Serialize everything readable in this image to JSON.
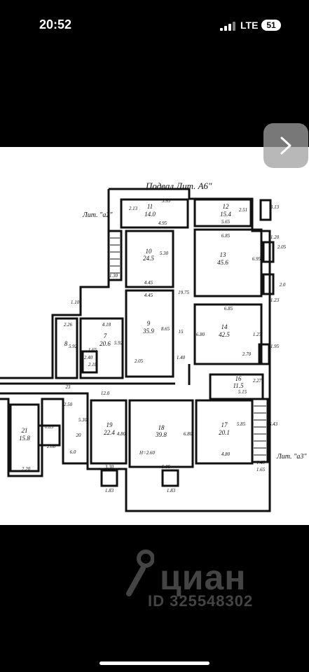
{
  "status_bar": {
    "time": "20:52",
    "network": "LTE",
    "battery": "51"
  },
  "plan": {
    "title": "Подвал Лит. А6\"",
    "lit_labels": [
      "Лит. \"а2\"",
      "Лит. \"а3\""
    ],
    "rooms": [
      {
        "num": "11",
        "area": "14.0"
      },
      {
        "num": "12",
        "area": "15.4"
      },
      {
        "num": "10",
        "area": "24.5"
      },
      {
        "num": "13",
        "area": "45.6"
      },
      {
        "num": "9",
        "area": "35.9"
      },
      {
        "num": "14",
        "area": "42.5"
      },
      {
        "num": "8",
        "area": ""
      },
      {
        "num": "7",
        "area": "20.6"
      },
      {
        "num": "16",
        "area": "11.5"
      },
      {
        "num": "21",
        "area": "15.8"
      },
      {
        "num": "19",
        "area": "22.4"
      },
      {
        "num": "18",
        "area": "39.8"
      },
      {
        "num": "17",
        "area": "20.1"
      }
    ],
    "dims": [
      "5.93",
      "4.95",
      "5.65",
      "2.13",
      "2.51",
      "3.13",
      "6.85",
      "1.20",
      "2.05",
      "5.30",
      "4.45",
      "6.95",
      "2.0",
      "1.23",
      "19.75",
      "4.45",
      "8.65",
      "6.85",
      "2.26",
      "4.18",
      "15",
      "1.27",
      "5.92",
      "5.92",
      "1.40",
      "6.80",
      "1.95",
      "2.70",
      "2.05",
      "1.65",
      "2.40",
      "2.18",
      "23",
      "12.0",
      "2.27",
      "5.15",
      "2.50",
      "5.30",
      "4.80",
      "6.80",
      "5.85",
      "6.43",
      "2.20",
      "0.83",
      "2.08",
      "20",
      "6.0",
      "H=2.60",
      "3.30",
      "5.85",
      "4.80",
      "1.40",
      "1.65",
      "1.83",
      "1.83",
      "1.30",
      "1.10"
    ]
  },
  "watermark": {
    "brand": "циан",
    "listing_id": "ID 325548302"
  },
  "colors": {
    "background": "#000000",
    "paper": "#ffffff",
    "ink": "#111111",
    "watermark": "#444444"
  },
  "icons": {
    "next": "chevron-right-icon",
    "signal": "signal-bars-icon",
    "pin": "location-pin-icon"
  }
}
